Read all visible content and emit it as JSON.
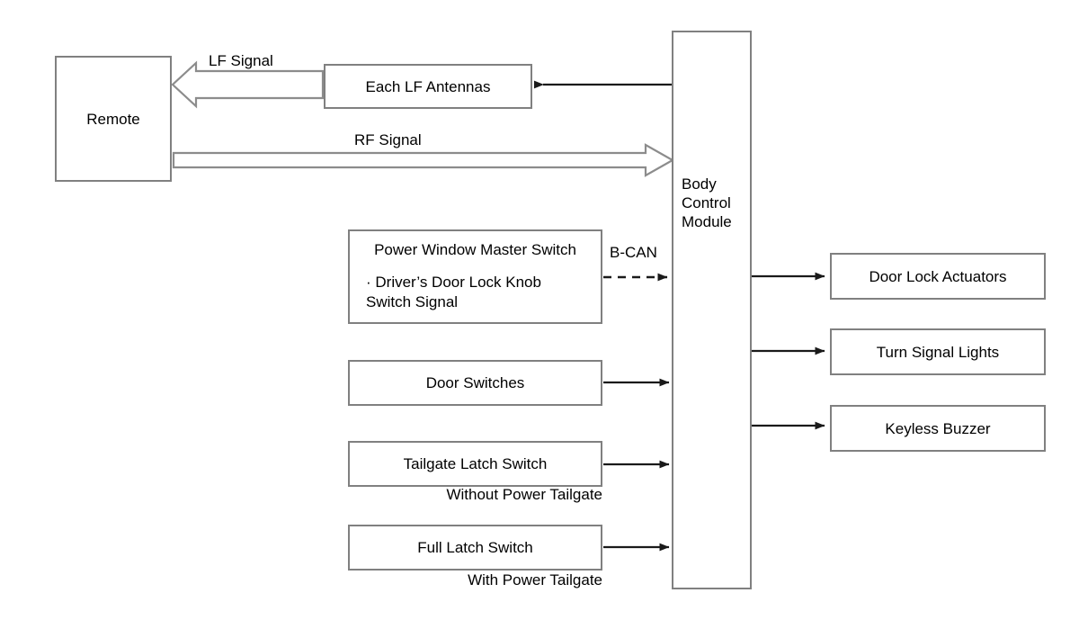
{
  "diagram": {
    "title_hidden": "",
    "colors": {
      "box_border": "#808080",
      "line": "#1a1a1a",
      "hollow_arrow_border": "#808080",
      "background": "#ffffff",
      "text": "#000000"
    },
    "nodes": {
      "remote": {
        "label": "Remote"
      },
      "lf_antennas": {
        "label": "Each LF Antennas"
      },
      "bcm": {
        "label_line1": "Body",
        "label_line2": "Control",
        "label_line3": "Module"
      },
      "power_window": {
        "label_line1": "Power Window Master Switch",
        "label_line2": "· Driver’s Door Lock Knob",
        "label_line3": "Switch Signal"
      },
      "door_switches": {
        "label": "Door Switches"
      },
      "tailgate_latch_switch": {
        "label": "Tailgate Latch Switch"
      },
      "full_latch_switch": {
        "label": "Full Latch Switch"
      },
      "door_lock_actuators": {
        "label": "Door Lock Actuators"
      },
      "turn_signal_lights": {
        "label": "Turn Signal Lights"
      },
      "keyless_buzzer": {
        "label": "Keyless Buzzer"
      }
    },
    "edge_labels": {
      "lf_signal": "LF Signal",
      "rf_signal": "RF Signal",
      "b_can": "B-CAN"
    },
    "annotations": {
      "without_power_tailgate": "Without Power Tailgate",
      "with_power_tailgate": "With Power Tailgate"
    }
  }
}
